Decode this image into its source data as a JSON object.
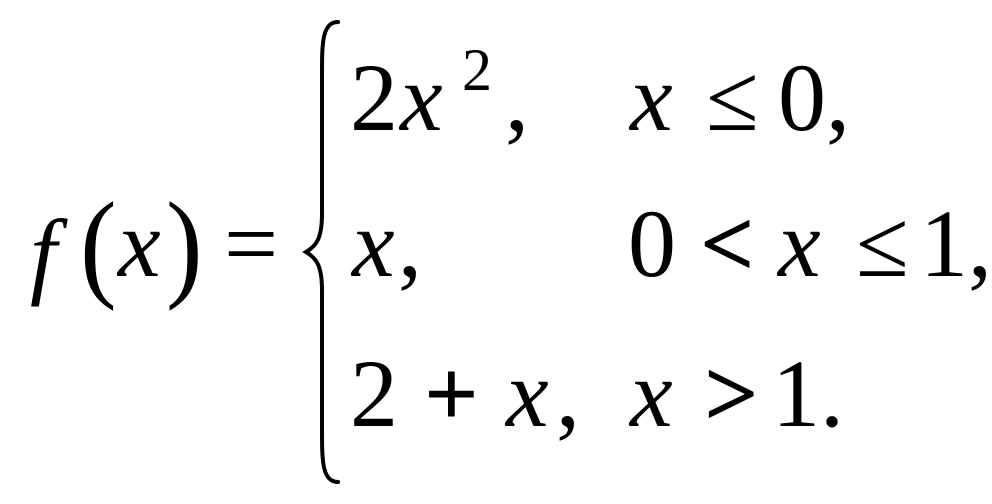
{
  "formula": {
    "lhs": {
      "func": "f",
      "open_paren": "(",
      "var": "x",
      "close_paren": ")",
      "equals": "="
    },
    "cases": [
      {
        "expr_coef": "2",
        "expr_var": "x",
        "expr_exp": "2",
        "expr_comma": ",",
        "cond_var": "x",
        "cond_op": "≤",
        "cond_val": "0,"
      },
      {
        "expr_var": "x",
        "expr_comma": ",",
        "cond_left": "0",
        "cond_op1": "<",
        "cond_var": "x",
        "cond_op2": "≤",
        "cond_val": "1,"
      },
      {
        "expr_num": "2",
        "expr_op": "+",
        "expr_var": "x",
        "expr_comma": ",",
        "cond_var": "x",
        "cond_op": ">",
        "cond_val": "1."
      }
    ]
  }
}
